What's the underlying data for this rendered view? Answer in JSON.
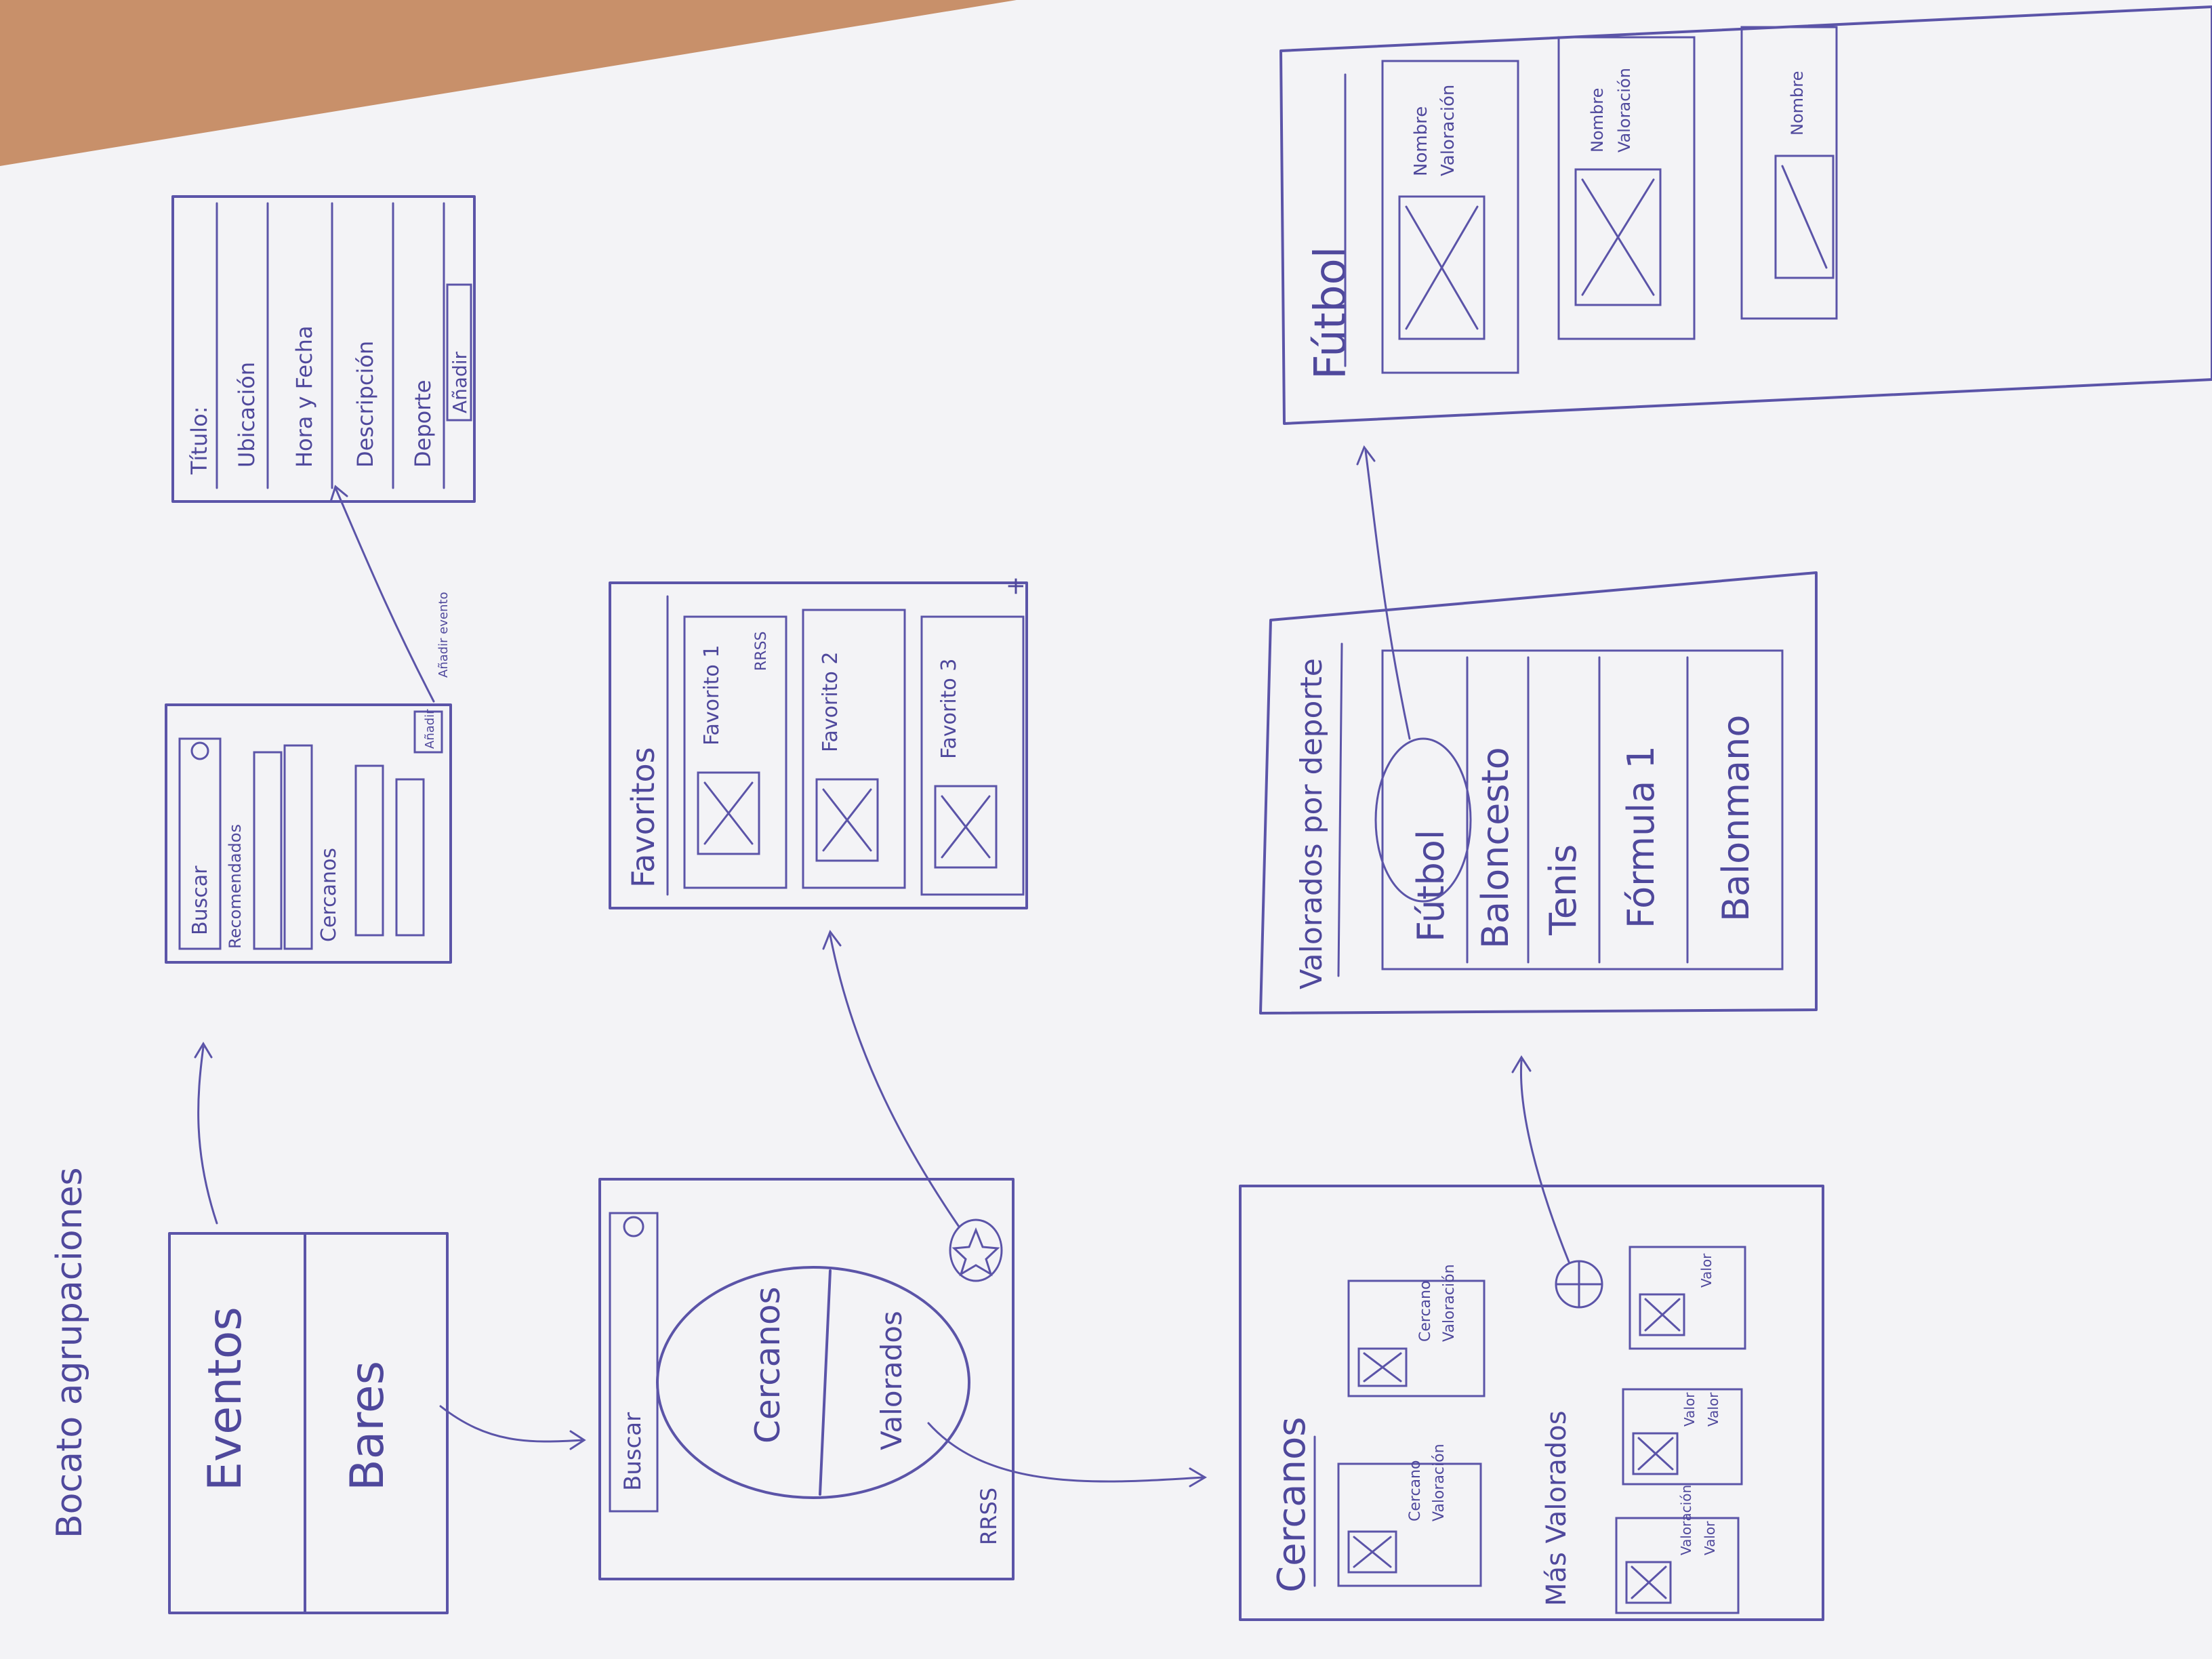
{
  "title": "Bocato agrupaciones",
  "colors": {
    "ink": "#5b54a8",
    "paper": "#f3f3f6",
    "desk": "#c8906a"
  },
  "screens": {
    "home": {
      "items": [
        "Eventos",
        "Bares"
      ]
    },
    "events_list": {
      "search": "Buscar",
      "section_recommended": "Recomendados",
      "section_nearby": "Cercanos",
      "add_button": "Añadir"
    },
    "add_event_form": {
      "fields": [
        "Título:",
        "Ubicación",
        "Hora y Fecha",
        "Descripción",
        "Deporte"
      ],
      "button": "Añadir"
    },
    "bars_main": {
      "search": "Buscar",
      "options": [
        "Cercanos",
        "Valorados"
      ],
      "footer": "RRSS"
    },
    "favorites": {
      "title": "Favoritos",
      "items": [
        "Favorito 1",
        "Favorito 2",
        "Favorito 3"
      ],
      "item_note": "RRSS",
      "add_symbol": "+"
    },
    "nearby_rated": {
      "title": "Cercanos",
      "cards_top": [
        {
          "line1": "Cercano",
          "line2": "Valoración"
        },
        {
          "line1": "Cercano",
          "line2": "Valoración"
        }
      ],
      "section_rated": "Más Valorados",
      "cards_bottom": [
        {
          "line1": "Valoración",
          "line2": "Valor"
        },
        {
          "line1": "Valor",
          "line2": "Valor"
        },
        {
          "line1": "Valor",
          "line2": ""
        }
      ]
    },
    "rated_by_sport": {
      "title": "Valorados por deporte",
      "sports": [
        "Fútbol",
        "Baloncesto",
        "Tenis",
        "Fórmula 1",
        "Balonmano"
      ]
    },
    "football": {
      "title": "Fútbol",
      "cards": [
        {
          "line1": "Nombre",
          "line2": "Valoración"
        },
        {
          "line1": "Nombre",
          "line2": "Valoración"
        },
        {
          "line1": "Nombre",
          "line2": ""
        }
      ]
    }
  },
  "arrow_label": "Añadir evento"
}
